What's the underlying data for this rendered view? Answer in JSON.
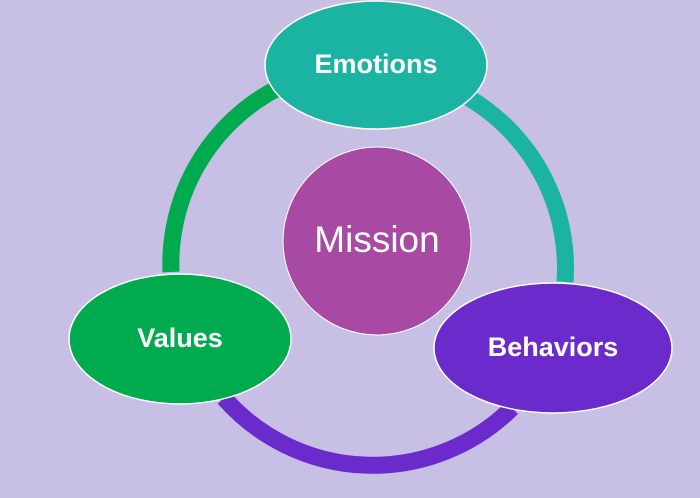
{
  "diagram": {
    "background": "#c8bfe5",
    "center": {
      "label": "Mission",
      "color": "#a849a4"
    },
    "nodes": {
      "emotions": {
        "label": "Emotions",
        "color": "#1bb3a1"
      },
      "behaviors": {
        "label": "Behaviors",
        "color": "#6b2acb"
      },
      "values": {
        "label": "Values",
        "color": "#00aa4f"
      }
    },
    "arcs": {
      "emotions_to_behaviors": "#1bb3a1",
      "behaviors_to_values": "#6b2acb",
      "values_to_emotions": "#00aa4f"
    }
  }
}
